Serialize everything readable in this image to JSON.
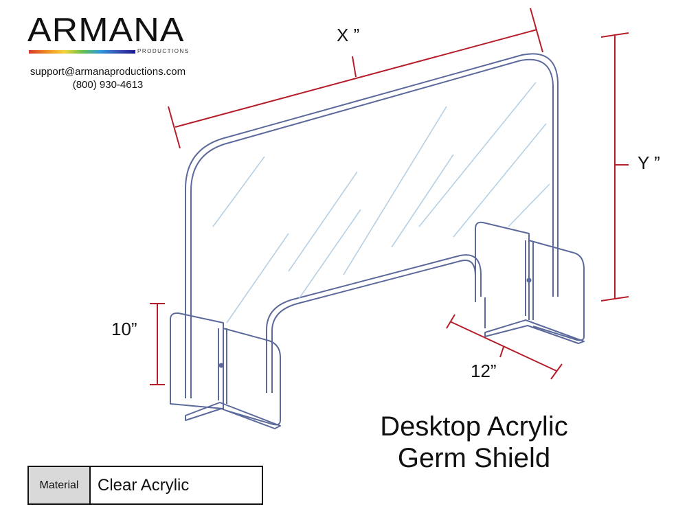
{
  "brand": {
    "name": "ARMANA",
    "sub": "PRODUCTIONS",
    "email": "support@armanaproductions.com",
    "phone": "(800) 930-4613"
  },
  "dimensions": {
    "width": "X ”",
    "height": "Y ”",
    "foot_height": "10”",
    "foot_length": "12”"
  },
  "product": {
    "title_line1": "Desktop Acrylic",
    "title_line2": "Germ Shield"
  },
  "spec": {
    "key": "Material",
    "value": "Clear Acrylic"
  },
  "colors": {
    "dimension_lines": "#b51d2a",
    "outline": "#5b6a9a",
    "glass_reflection": "#a9c8e0"
  }
}
